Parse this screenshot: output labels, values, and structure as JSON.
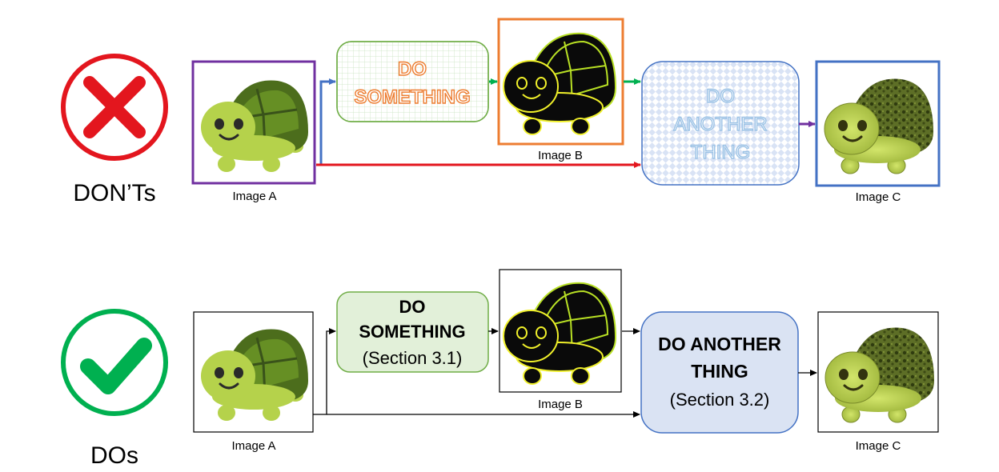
{
  "donts": {
    "heading": "DON’Ts",
    "image_a_label": "Image A",
    "image_b_label": "Image B",
    "image_c_label": "Image C",
    "step1_lines": [
      "DO",
      "SOMETHING"
    ],
    "step2_lines": [
      "DO",
      "ANOTHER",
      "THING"
    ],
    "badge_icon": "cross-mark-icon",
    "colors": {
      "badge": "#e3161e",
      "image_a_border": "#7030a0",
      "image_b_border": "#ed7d31",
      "image_c_border": "#4472c4",
      "step1_text": "#ed7d31",
      "step2_text": "#9dc3e6",
      "arrow_blue": "#4472c4",
      "arrow_green": "#00b050",
      "arrow_red": "#e3161e",
      "arrow_purple": "#7030a0"
    }
  },
  "dos": {
    "heading": "DOs",
    "image_a_label": "Image A",
    "image_b_label": "Image B",
    "image_c_label": "Image C",
    "step1_lines": [
      "DO",
      "SOMETHING"
    ],
    "step1_section": "(Section 3.1)",
    "step2_lines": [
      "DO ANOTHER",
      "THING"
    ],
    "step2_section": "(Section 3.2)",
    "badge_icon": "check-mark-icon",
    "colors": {
      "badge": "#00b050",
      "step1_fill": "#e2f0d9",
      "step1_border": "#70ad47",
      "step2_fill": "#dae3f3",
      "step2_border": "#4472c4",
      "arrows": "#000000"
    }
  }
}
